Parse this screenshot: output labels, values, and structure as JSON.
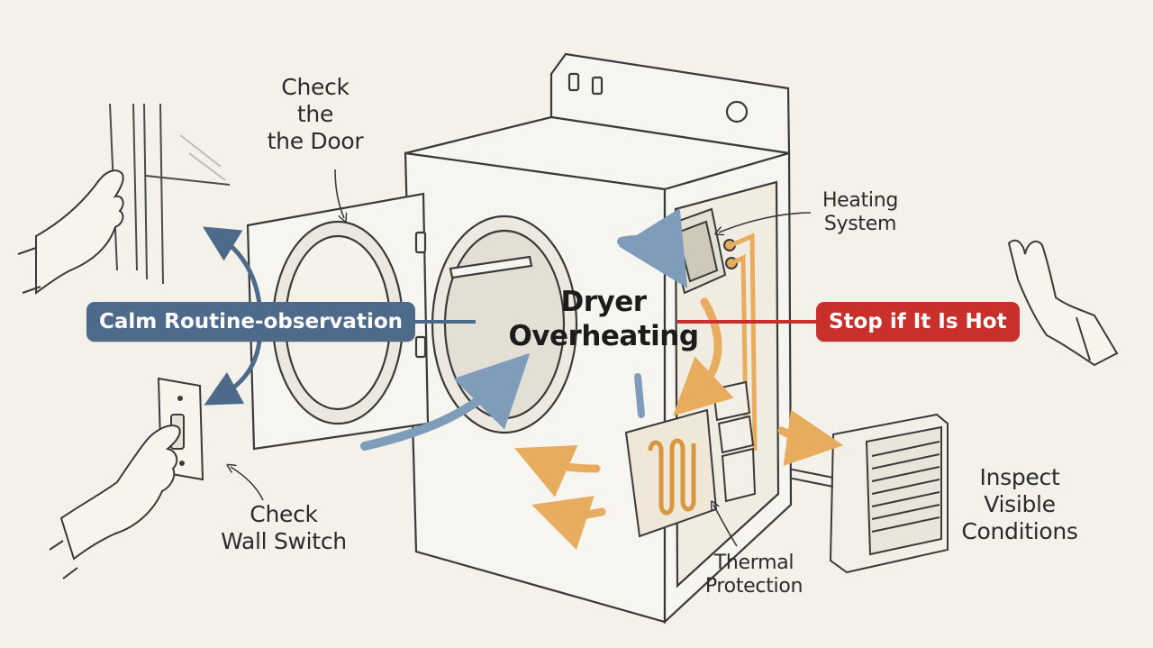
{
  "title": {
    "line1": "Dryer",
    "line2": "Overheating"
  },
  "labels": {
    "check_door": [
      "Check",
      "the",
      "the Door"
    ],
    "heating_system": [
      "Heating",
      "System"
    ],
    "check_wall_switch": [
      "Check",
      "Wall Switch"
    ],
    "thermal_protection": [
      "Thermal",
      "Protection"
    ],
    "inspect_visible": [
      "Inspect",
      "Visible",
      "Conditions"
    ]
  },
  "callouts": {
    "calm": "Calm Routine-observation",
    "stop": "Stop if It Is Hot"
  },
  "colors": {
    "background": "#f3f1ea",
    "calm_pill": "#4d6a8a",
    "stop_pill": "#c9302c",
    "blue_arrow": "#7f9dbb",
    "orange_arrow": "#e8ac5e",
    "ink": "#3a3a3a"
  }
}
